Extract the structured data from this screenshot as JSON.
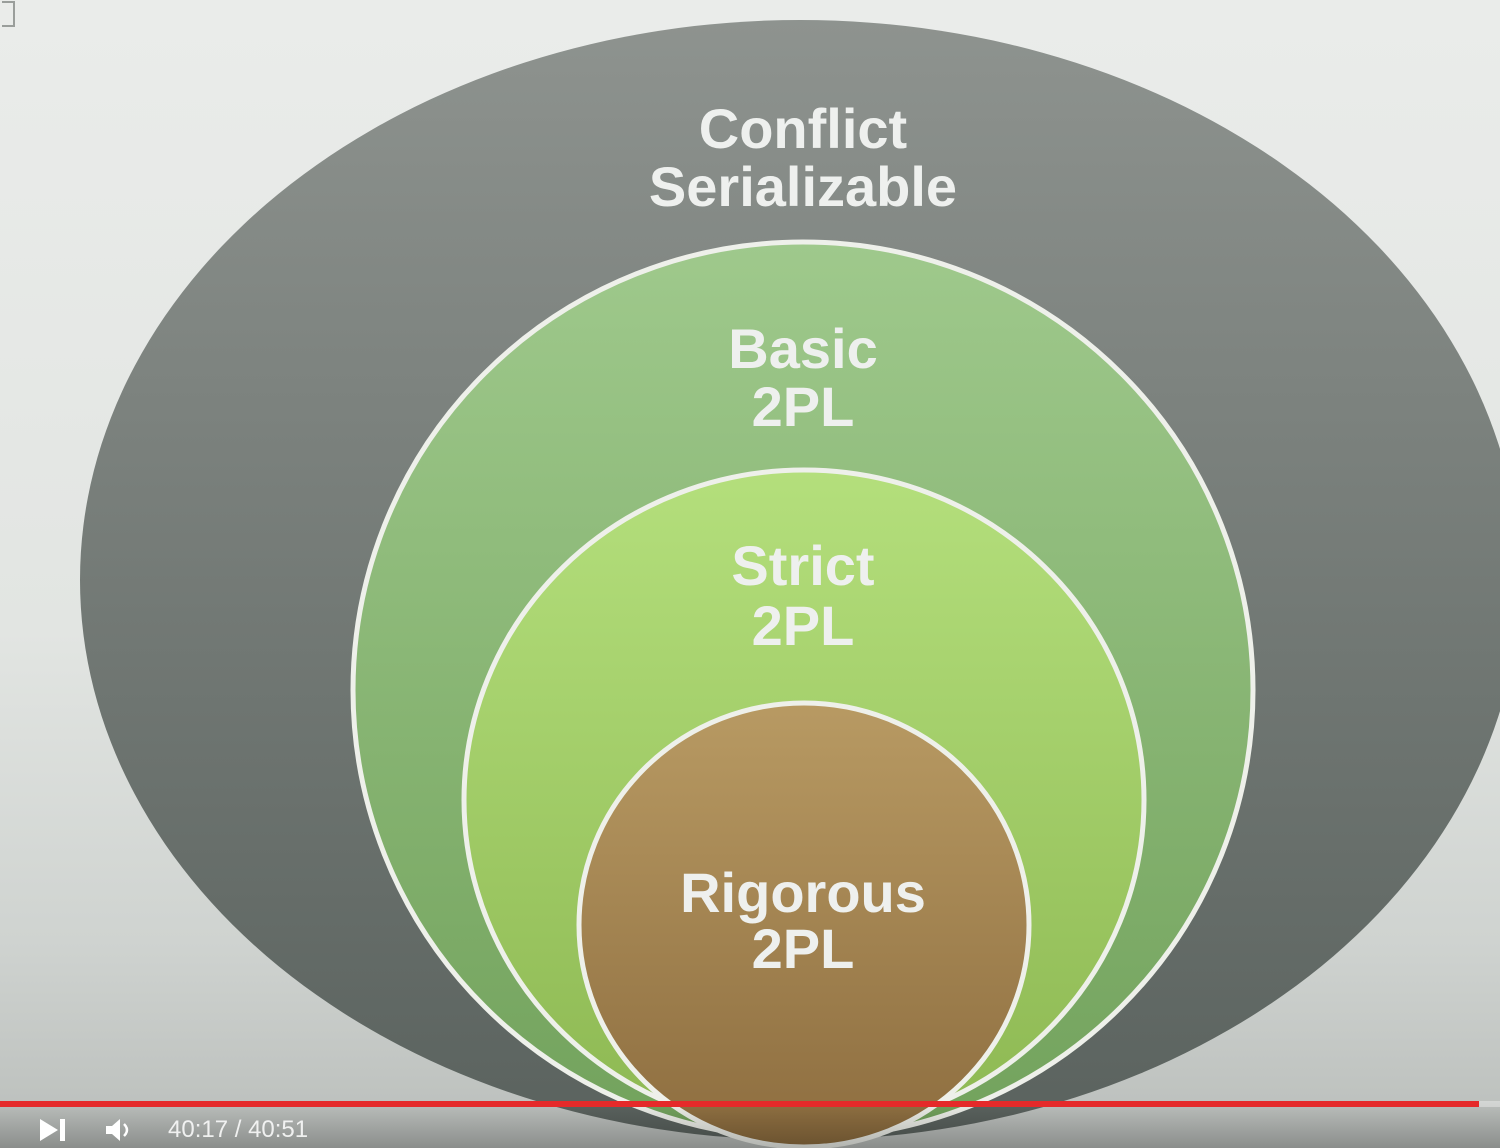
{
  "diagram": {
    "sets": [
      {
        "label_line1": "Conflict",
        "label_line2": "Serializable",
        "color": "#6e7571"
      },
      {
        "label_line1": "Basic",
        "label_line2": "2PL",
        "color": "#8fbb78"
      },
      {
        "label_line1": "Strict",
        "label_line2": "2PL",
        "color": "#a3d26a"
      },
      {
        "label_line1": "Rigorous",
        "label_line2": "2PL",
        "color": "#a88452"
      }
    ],
    "border_color": "#eef0ea"
  },
  "player": {
    "time": "40:17 / 40:51",
    "progress": 0.986,
    "accent_color": "#e52a2a",
    "icons": {
      "next": "skip-next-icon",
      "volume": "volume-icon"
    }
  }
}
